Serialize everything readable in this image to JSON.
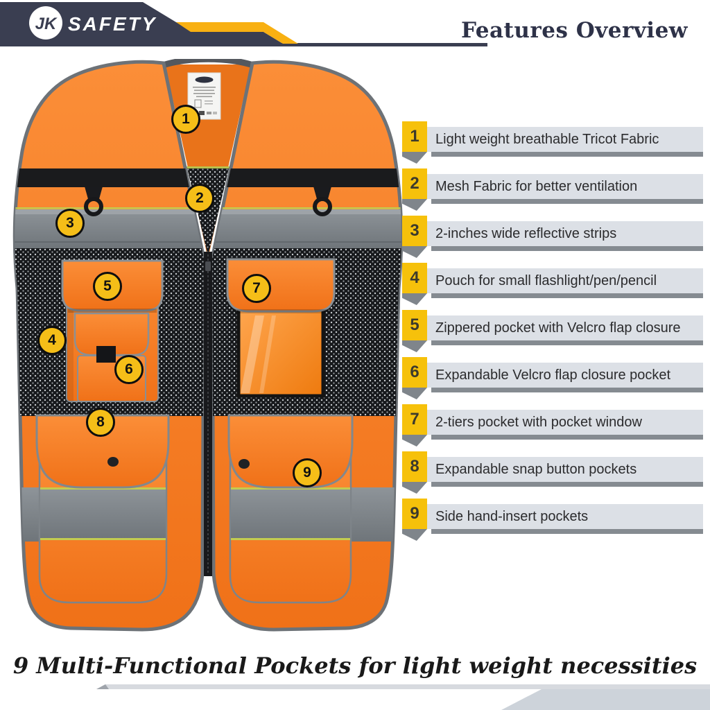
{
  "header": {
    "brand_emblem": "JK",
    "brand_word": "SAFETY",
    "title": "Features Overview"
  },
  "callouts": [
    "1",
    "2",
    "3",
    "4",
    "5",
    "6",
    "7",
    "8",
    "9"
  ],
  "features": [
    {
      "num": "1",
      "label": "Light weight breathable Tricot Fabric"
    },
    {
      "num": "2",
      "label": "Mesh Fabric for better ventilation"
    },
    {
      "num": "3",
      "label": "2-inches wide reflective strips"
    },
    {
      "num": "4",
      "label": "Pouch for small flashlight/pen/pencil"
    },
    {
      "num": "5",
      "label": "Zippered pocket with Velcro flap closure"
    },
    {
      "num": "6",
      "label": "Expandable Velcro flap closure pocket"
    },
    {
      "num": "7",
      "label": "2-tiers pocket with pocket window"
    },
    {
      "num": "8",
      "label": "Expandable snap button pockets"
    },
    {
      "num": "9",
      "label": "Side hand-insert pockets"
    }
  ],
  "footer": {
    "caption": "9 Multi-Functional Pockets for light weight necessities"
  },
  "colors": {
    "navy": "#3a3e51",
    "accent_yellow": "#f8b012",
    "badge_yellow": "#f6c10b",
    "callout_yellow": "#f5be18",
    "vest_orange": "#f57f28",
    "reflective_gray": "#7d8388",
    "bar_gray": "#dce0e6"
  }
}
